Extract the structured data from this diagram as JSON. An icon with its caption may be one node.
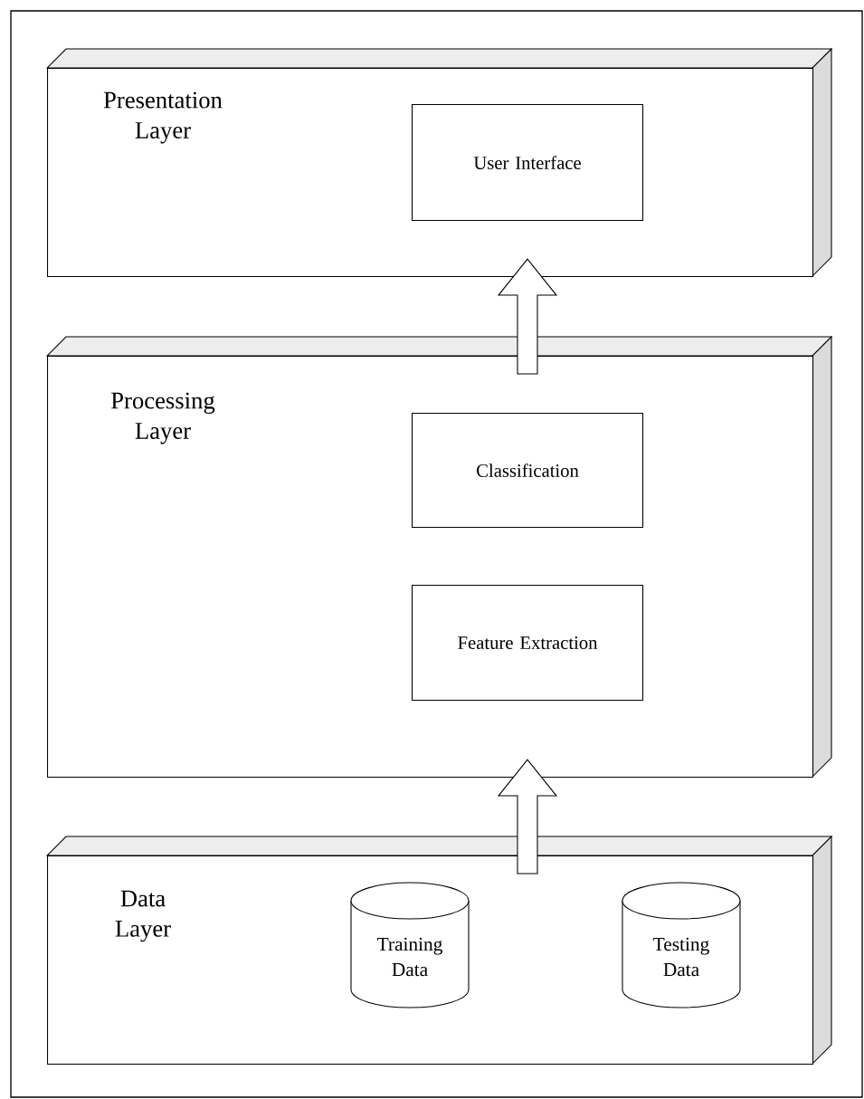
{
  "diagram": {
    "nodes": [
      {
        "text": [
          "Presentation Layer"
        ]
      },
      {
        "text": [
          "User Interface"
        ],
        "in": 0
      },
      {
        "text": [
          "Processing Layer"
        ]
      },
      {
        "text": [
          "Classification"
        ],
        "in": 2
      },
      {
        "text": [
          "Feature Extraction"
        ],
        "in": 2
      },
      {
        "text": [
          "Data Layer"
        ]
      },
      {
        "text": [
          "Training Data"
        ],
        "in": 5
      },
      {
        "text": [
          "Testing Data"
        ],
        "in": 5
      }
    ],
    "edges": [
      {
        "from": 5,
        "to": 2,
        "arrow": "to"
      },
      {
        "from": 2,
        "to": 0,
        "arrow": "to"
      }
    ]
  }
}
